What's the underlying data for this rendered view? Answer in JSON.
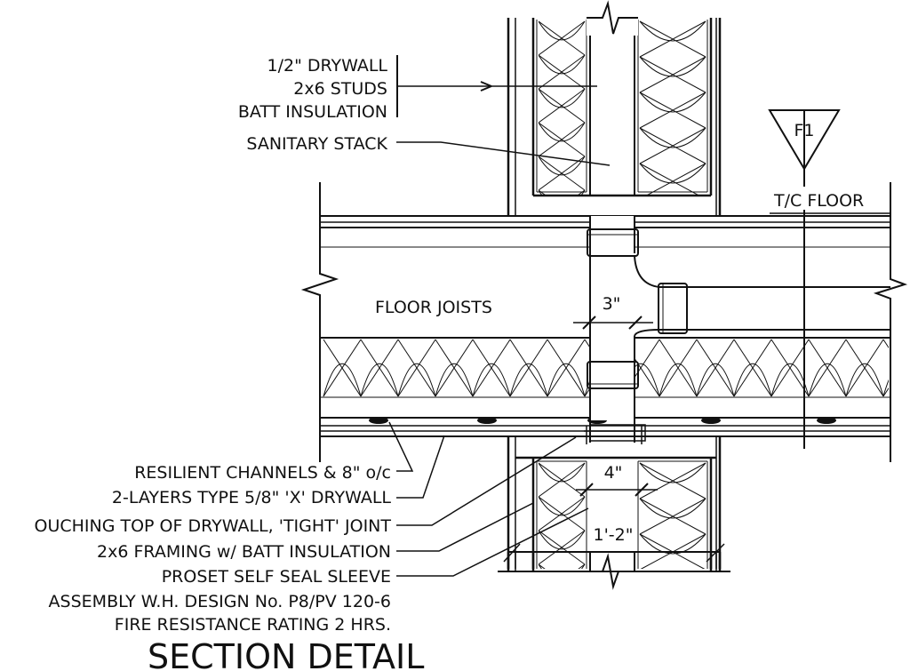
{
  "title": "SECTION DETAIL",
  "labels": {
    "drywall": "1/2\" DRYWALL",
    "studs": "2x6 STUDS",
    "batt": "BATT INSULATION",
    "stack": "SANITARY STACK",
    "joists": "FLOOR JOISTS",
    "floor": "T/C FLOOR",
    "marker": "F1",
    "channels": "RESILIENT CHANNELS & 8\" o/c",
    "layers": "2-LAYERS TYPE 5/8\" 'X' DRYWALL",
    "touching": "OUCHING TOP OF DRYWALL, 'TIGHT' JOINT",
    "framing": "2x6 FRAMING w/ BATT INSULATION",
    "sleeve": "PROSET SELF SEAL SLEEVE",
    "assembly": "ASSEMBLY W.H. DESIGN No. P8/PV 120-6",
    "rating": "FIRE RESISTANCE RATING 2 HRS."
  },
  "dimensions": {
    "pipe": "3\"",
    "sleeve": "4\"",
    "wall": "1'-2\""
  }
}
